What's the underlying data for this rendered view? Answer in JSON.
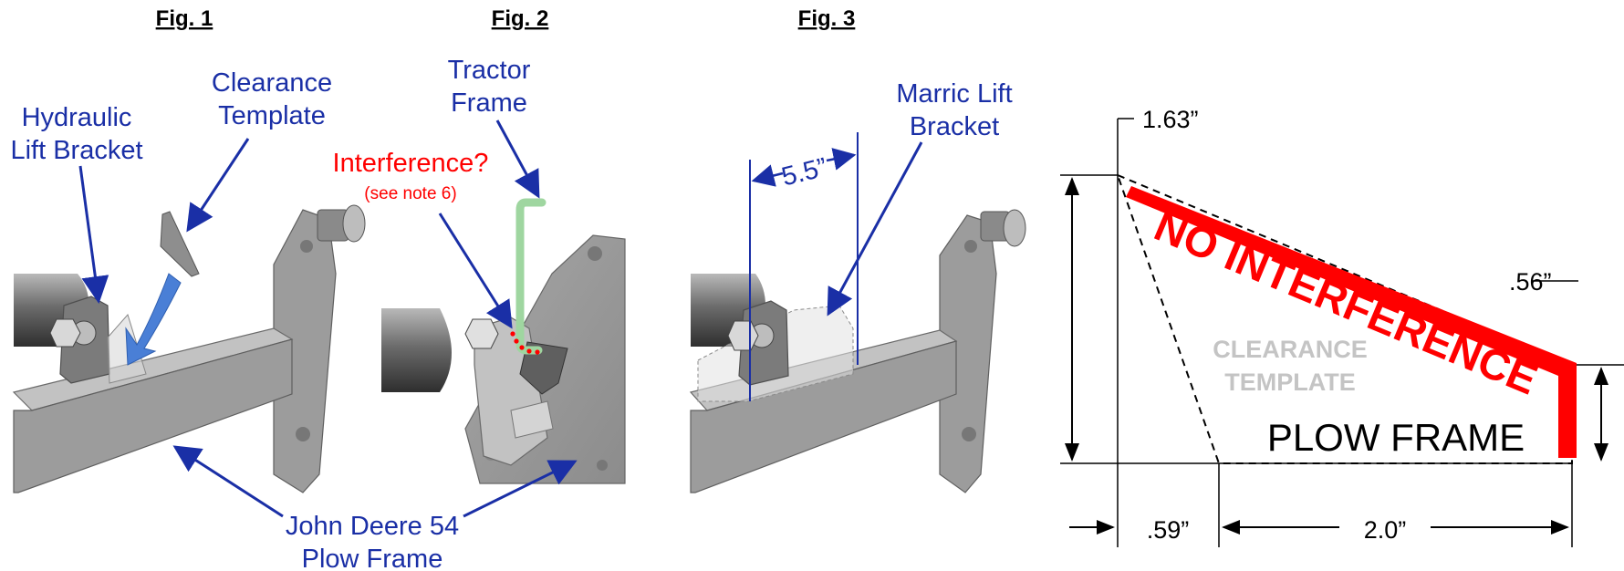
{
  "figures": {
    "fig1_title": "Fig. 1",
    "fig2_title": "Fig. 2",
    "fig3_title": "Fig. 3"
  },
  "labels": {
    "hydraulic_line1": "Hydraulic",
    "hydraulic_line2": "Lift Bracket",
    "clearance_line1": "Clearance",
    "clearance_line2": "Template",
    "tractor_line1": "Tractor",
    "tractor_line2": "Frame",
    "interference": "Interference?",
    "interference_note": "(see note 6)",
    "marric_line1": "Marric Lift",
    "marric_line2": "Bracket",
    "dim_55": "5.5”",
    "jd_line1": "John Deere 54",
    "jd_line2": "Plow Frame"
  },
  "template_diagram": {
    "dim_163": "1.63”",
    "dim_056": ".56”",
    "dim_059": ".59”",
    "dim_20": "2.0”",
    "no_interference": "NO INTERFERENCE",
    "clearance_line1": "CLEARANCE",
    "clearance_line2": "TEMPLATE",
    "plow_frame": "PLOW FRAME"
  },
  "colors": {
    "label_blue": "#1a2fa6",
    "warning_red": "#ff0000",
    "tractor_green": "#9fd6a0",
    "template_blue": "#4a7fd6",
    "clearance_gray": "#c4c4c4"
  }
}
